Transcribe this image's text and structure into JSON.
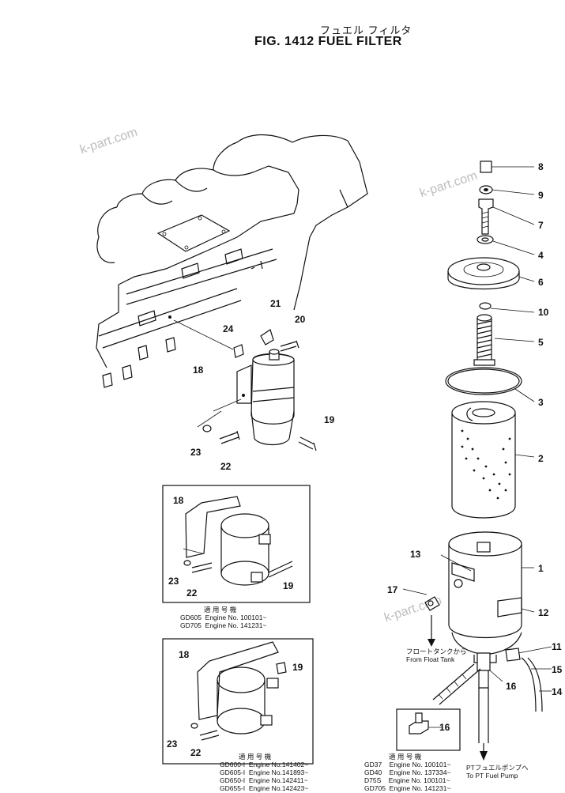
{
  "header": {
    "title_jp": "フュエル フィルタ",
    "title": "FIG. 1412 FUEL FILTER"
  },
  "watermarks": [
    "k-part.com",
    "k-part.com",
    "k-part.com"
  ],
  "callouts": {
    "c1": "1",
    "c2": "2",
    "c3": "3",
    "c4": "4",
    "c5": "5",
    "c6": "6",
    "c7": "7",
    "c8": "8",
    "c9": "9",
    "c10": "10",
    "c11": "11",
    "c12": "12",
    "c13": "13",
    "c14": "14",
    "c15": "15",
    "c16": "16",
    "c17": "17",
    "c18": "18",
    "c19": "19",
    "c20": "20",
    "c21": "21",
    "c22": "22",
    "c23": "23",
    "c24": "24",
    "b1_18": "18",
    "b1_19": "19",
    "b1_22": "22",
    "b1_23": "23",
    "b2_18": "18",
    "b2_19": "19",
    "b2_22": "22",
    "b2_23": "23",
    "b3_16": "16"
  },
  "notes": {
    "float_tank_jp": "フロートタンクから",
    "float_tank_en": "From Float Tank",
    "pt_pump_jp": "PTフュエルポンプへ",
    "pt_pump_en": "To PT Fuel Pump"
  },
  "applicability": {
    "box1_heading": "適 用 号 機",
    "box1_lines": [
      "GD605  Engine No. 100101~",
      "GD705  Engine No. 141231~"
    ],
    "box2_heading": "適 用 号 機",
    "box2_lines": [
      "GD600-I  Engine No.141402~",
      "GD605-I  Engine No.141893~",
      "GD650-I  Engine No.142411~",
      "GD655-I  Engine No.142423~"
    ],
    "box3_heading": "適 用 号 機",
    "box3_lines": [
      "GD37    Engine No. 100101~",
      "GD40    Engine No. 137334~",
      "D75S    Engine No. 100101~",
      "GD705  Engine No. 141231~"
    ]
  }
}
